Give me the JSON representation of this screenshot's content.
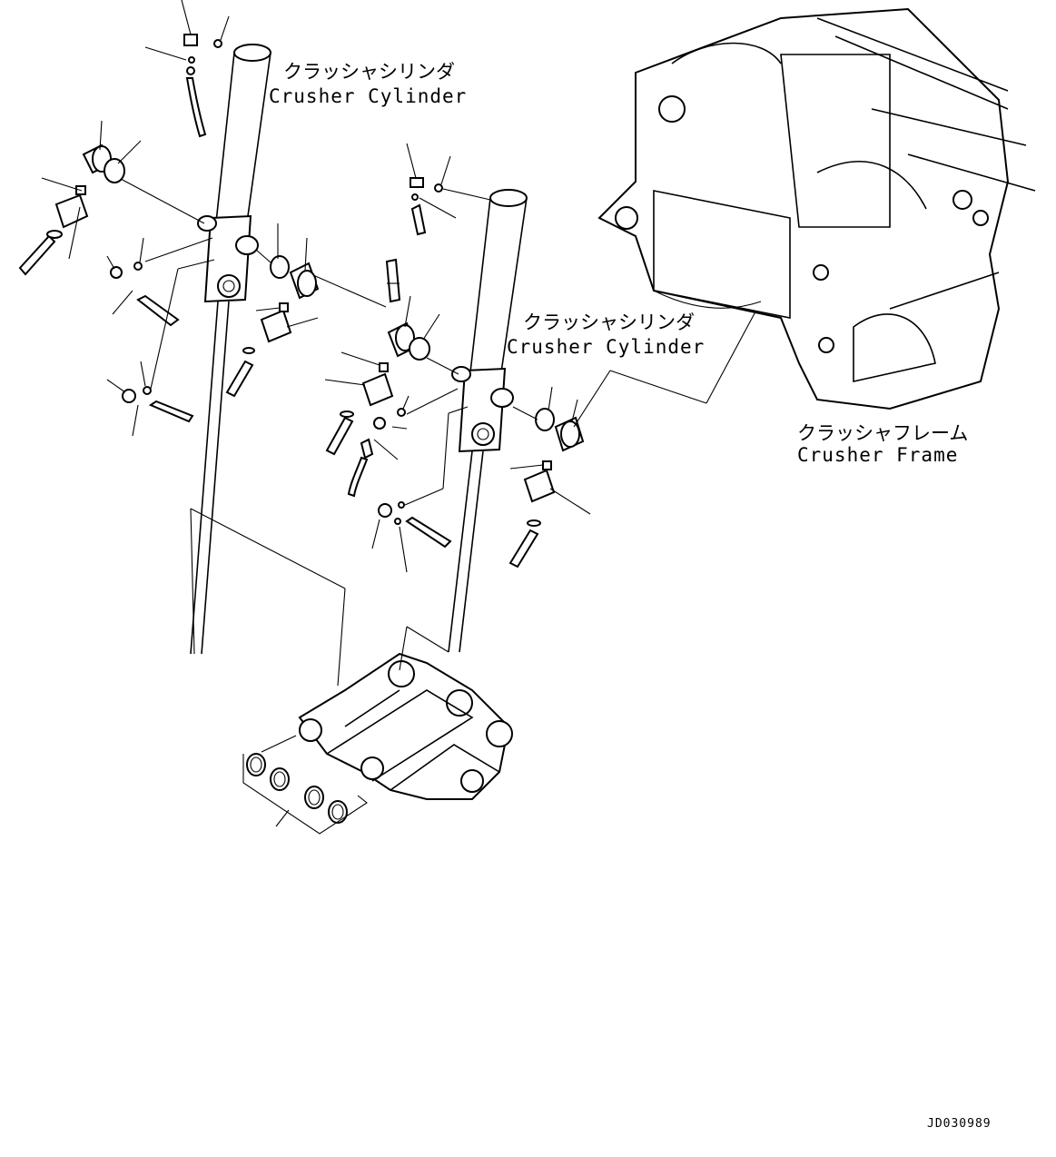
{
  "labels": {
    "cylinder_left_jp": "クラッシャシリンダ",
    "cylinder_left_en": "Crusher Cylinder",
    "cylinder_right_jp": "クラッシャシリンダ",
    "cylinder_right_en": "Crusher Cylinder",
    "frame_jp": "クラッシャフレーム",
    "frame_en": "Crusher Frame"
  },
  "document_id": "JD030989"
}
